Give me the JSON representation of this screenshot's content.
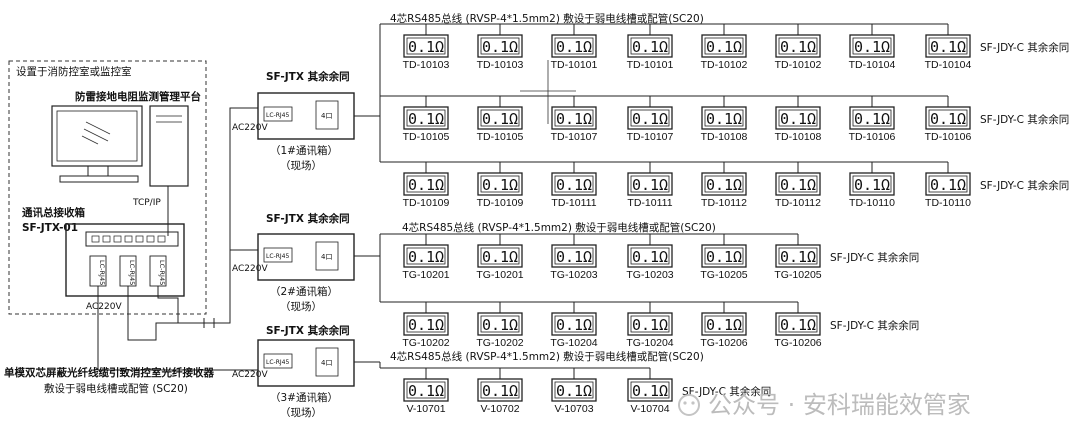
{
  "headings": {
    "control_room": "设置于消防控室或监控室",
    "platform": "防雷接地电阻监测管理平台",
    "receiver_box": "通讯总接收箱",
    "receiver_model": "SF-JTX-01",
    "tcpip": "TCP/IP",
    "ac_receiver": "AC220V",
    "fiber_note_1": "单模双芯屏蔽光纤线缆引致消控室光纤接收器",
    "fiber_note_2": "敷设于弱电线槽或配管 (SC20)"
  },
  "receiver_ports": [
    "LC-RJ45",
    "LC-RJ45",
    "LC-RJ45"
  ],
  "comm_boxes": [
    {
      "title": "SF-JTX 其余余同",
      "ac": "AC220V",
      "port": "LC-RJ45",
      "unit": "4口",
      "name": "（1#通讯箱）",
      "site": "（现场）"
    },
    {
      "title": "SF-JTX 其余余同",
      "ac": "AC220V",
      "port": "LC-RJ45",
      "unit": "4口",
      "name": "（2#通讯箱）",
      "site": "（现场）"
    },
    {
      "title": "SF-JTX 其余余同",
      "ac": "AC220V",
      "port": "LC-RJ45",
      "unit": "4口",
      "name": "（3#通讯箱）",
      "site": "（现场）"
    }
  ],
  "bus_labels": [
    "4芯RS485总线 (RVSP-4*1.5mm2) 敷设于弱电线槽或配管(SC20)",
    "4芯RS485总线 (RVSP-4*1.5mm2) 敷设于弱电线槽或配管(SC20)",
    "4芯RS485总线 (RVSP-4*1.5mm2) 敷设于弱电线槽或配管(SC20)"
  ],
  "meter_reading": "0.1Ω",
  "rows": [
    {
      "tail": "SF-JDY-C 其余余同",
      "labels": [
        "TD-10103",
        "TD-10103",
        "TD-10101",
        "TD-10101",
        "TD-10102",
        "TD-10102",
        "TD-10104",
        "TD-10104"
      ]
    },
    {
      "tail": "SF-JDY-C 其余余同",
      "labels": [
        "TD-10105",
        "TD-10105",
        "TD-10107",
        "TD-10107",
        "TD-10108",
        "TD-10108",
        "TD-10106",
        "TD-10106"
      ]
    },
    {
      "tail": "SF-JDY-C 其余余同",
      "labels": [
        "TD-10109",
        "TD-10109",
        "TD-10111",
        "TD-10111",
        "TD-10112",
        "TD-10112",
        "TD-10110",
        "TD-10110"
      ]
    },
    {
      "tail": "SF-JDY-C 其余余同",
      "labels": [
        "TG-10201",
        "TG-10201",
        "TG-10203",
        "TG-10203",
        "TG-10205",
        "TG-10205"
      ]
    },
    {
      "tail": "SF-JDY-C 其余余同",
      "labels": [
        "TG-10202",
        "TG-10202",
        "TG-10204",
        "TG-10204",
        "TG-10206",
        "TG-10206"
      ]
    },
    {
      "tail": "SF-JDY-C 其余余同",
      "labels": [
        "V-10701",
        "V-10702",
        "V-10703",
        "V-10704"
      ]
    }
  ],
  "watermark": "公众号 · 安科瑞能效管家"
}
